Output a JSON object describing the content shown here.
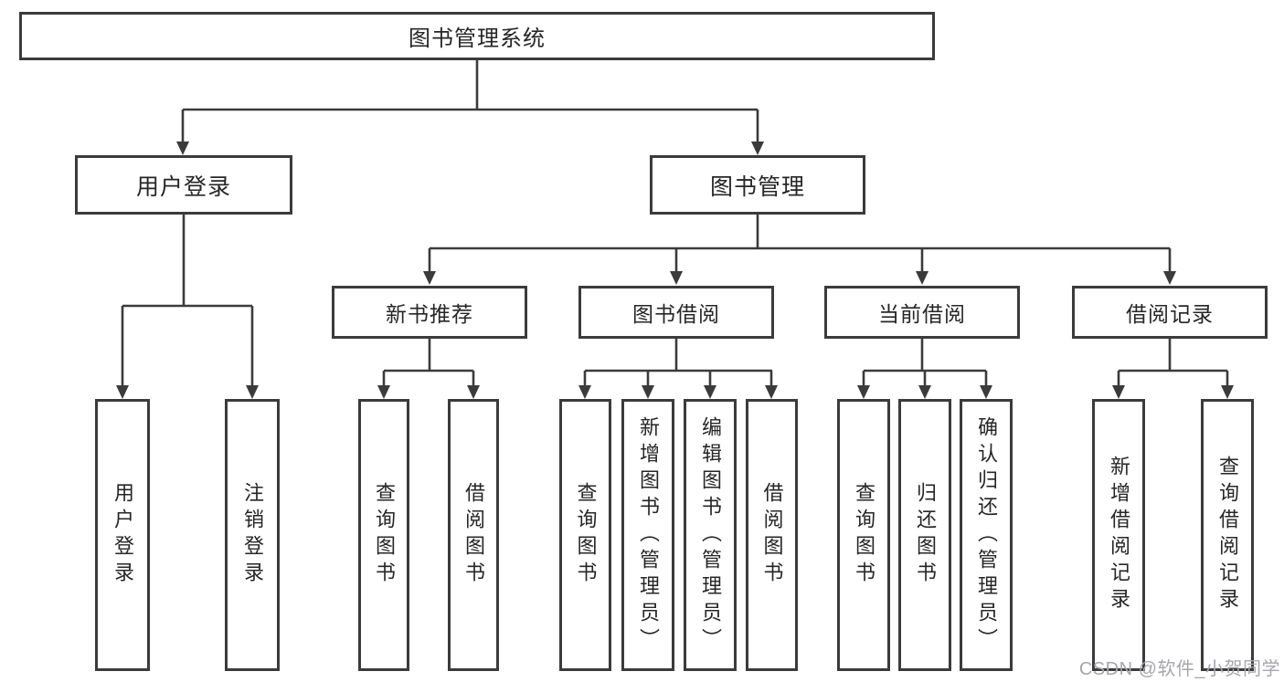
{
  "diagram": {
    "title": "图书管理系统",
    "branches": [
      {
        "label": "用户登录",
        "children": [
          "用户登录",
          "注销登录"
        ]
      },
      {
        "label": "图书管理",
        "groups": [
          {
            "label": "新书推荐",
            "children": [
              "查询图书",
              "借阅图书"
            ]
          },
          {
            "label": "图书借阅",
            "children": [
              "查询图书",
              "新增图书（管理员）",
              "编辑图书（管理员）",
              "借阅图书"
            ]
          },
          {
            "label": "当前借阅",
            "children": [
              "查询图书",
              "归还图书",
              "确认归还（管理员）"
            ]
          },
          {
            "label": "借阅记录",
            "children": [
              "新增借阅记录",
              "查询借阅记录"
            ]
          }
        ]
      }
    ],
    "watermark": "CSDN @软件_小贺同学",
    "colors": {
      "line": "#3b3b3b",
      "text": "#262626",
      "watermark": "#a6a6ad",
      "background": "#ffffff"
    }
  }
}
